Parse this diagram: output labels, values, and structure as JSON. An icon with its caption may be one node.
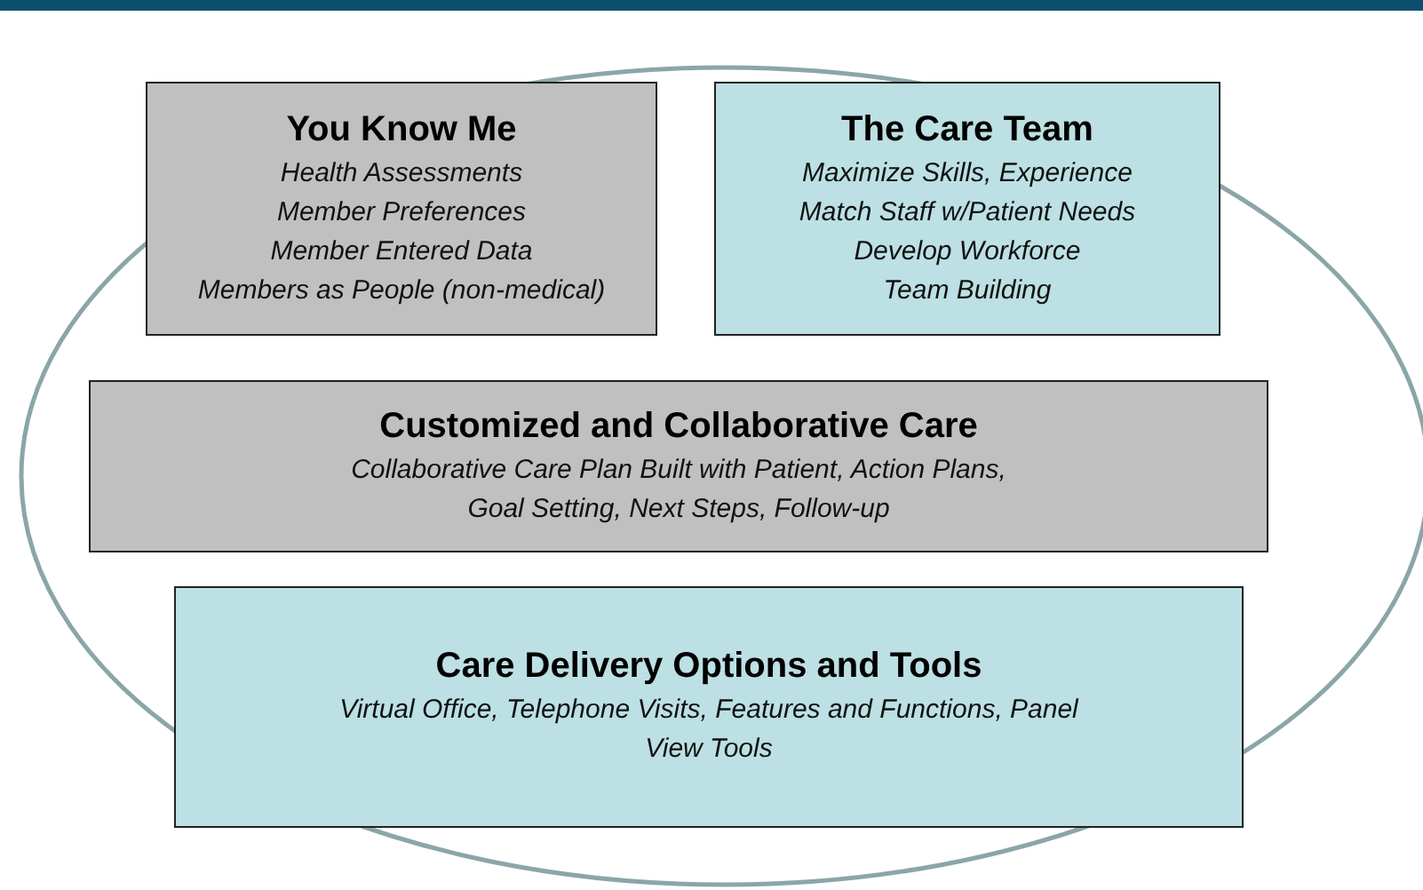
{
  "diagram": {
    "nodes": [
      {
        "text": [
          "You Know Me",
          "Health Assessments",
          "Member Preferences",
          "Member Entered Data",
          "Members as People (non-medical)"
        ]
      },
      {
        "text": [
          "The Care Team",
          "Maximize Skills, Experience",
          "Match Staff w/Patient Needs",
          "Develop Workforce",
          "Team Building"
        ]
      },
      {
        "text": [
          "Customized and Collaborative Care",
          "Collaborative Care Plan Built with Patient, Action Plans, Goal Setting, Next Steps, Follow-up"
        ]
      },
      {
        "text": [
          "Care Delivery Options and Tools",
          "Virtual Office, Telephone Visits, Features and Functions, Panel View Tools"
        ]
      }
    ],
    "edges": []
  }
}
